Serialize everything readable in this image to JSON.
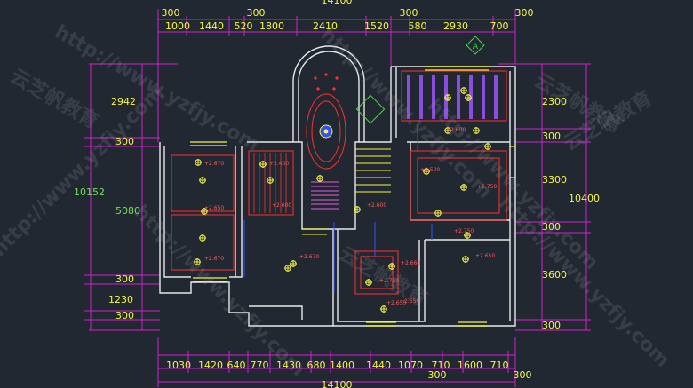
{
  "colors": {
    "background": "#222831",
    "wall": "#e8e8e8",
    "dimension": "#d020d0",
    "text": "#f5f542",
    "accent_red": "#ff3030",
    "accent_blue": "#3050ff",
    "accent_green": "#40e040"
  },
  "dimensions": {
    "top_total": "14100",
    "top_upper": [
      "300",
      "300",
      "300",
      "300"
    ],
    "top_mid": [
      "1000",
      "1440",
      "520",
      "1800",
      "2410",
      "1520",
      "580",
      "2930",
      "700"
    ],
    "bottom": [
      "1030",
      "1420",
      "640",
      "770",
      "1430",
      "680",
      "1400",
      "1440",
      "1070",
      "710",
      "1600",
      "710"
    ],
    "bottom_300": [
      "300",
      "300"
    ],
    "bottom_total": "14100",
    "left_total": "10152",
    "left": [
      "2942",
      "300",
      "5080",
      "300",
      "1230",
      "300"
    ],
    "right_total": "10400",
    "right": [
      "2300",
      "300",
      "3300",
      "300",
      "3600",
      "300"
    ]
  },
  "levels": [
    "+2.670",
    "+2.400",
    "+2.650",
    "+2.670",
    "+2.600",
    "+2.600",
    "+2.500",
    "+2.750",
    "+2.750",
    "+2.650",
    "+2.660",
    "+2.670",
    "+2.750",
    "+2.650",
    "+2.600",
    "+2.650"
  ],
  "watermark": {
    "url": "http://www.yzfjy.com",
    "brand": "云芝帆教育"
  }
}
